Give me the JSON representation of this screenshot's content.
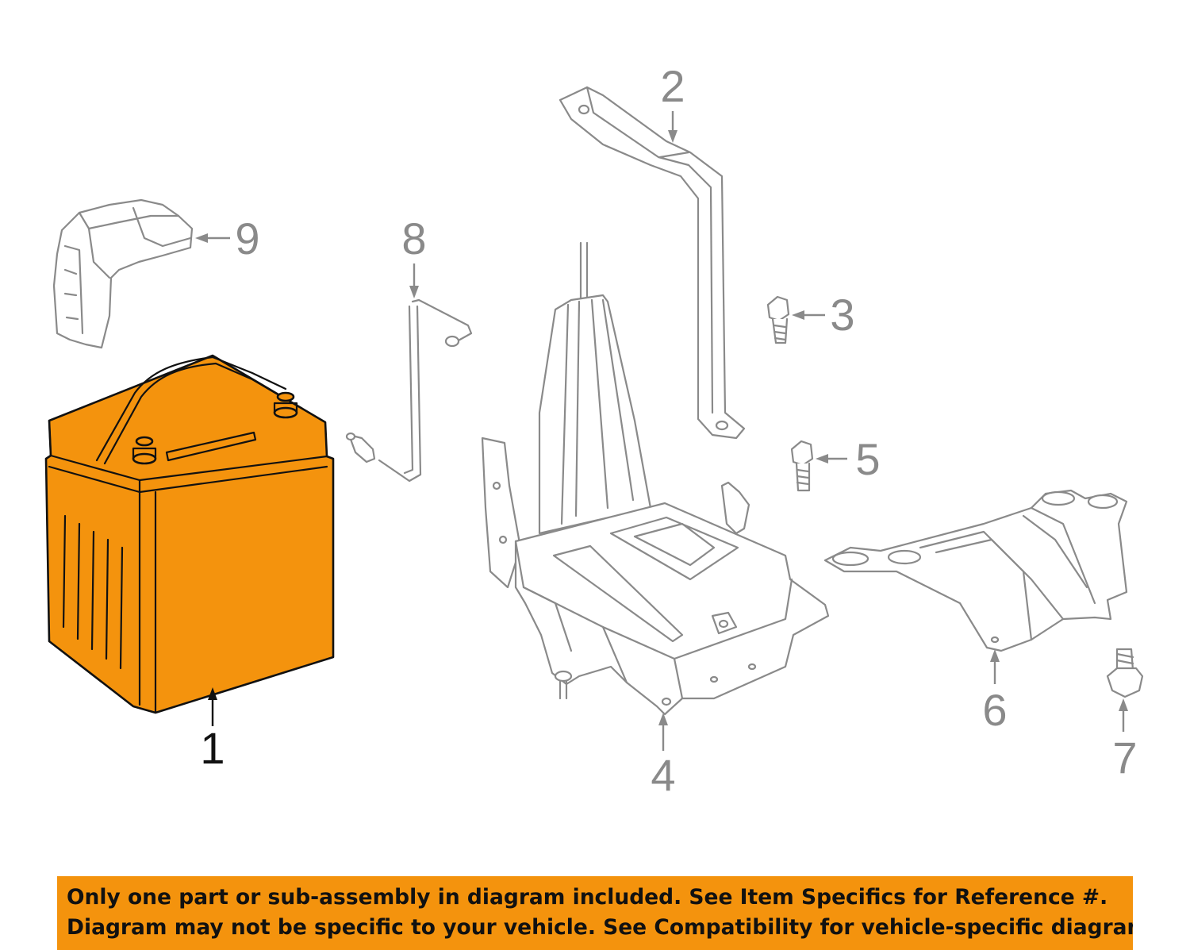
{
  "diagram": {
    "callouts": [
      {
        "label": "1",
        "active": true
      },
      {
        "label": "2",
        "active": false
      },
      {
        "label": "3",
        "active": false
      },
      {
        "label": "4",
        "active": false
      },
      {
        "label": "5",
        "active": false
      },
      {
        "label": "6",
        "active": false
      },
      {
        "label": "7",
        "active": false
      },
      {
        "label": "8",
        "active": false
      },
      {
        "label": "9",
        "active": false
      }
    ],
    "highlight_color": "#f4930d",
    "line_color": "#8a8a8a"
  },
  "disclaimer": {
    "line1": "Only one part or sub-assembly in diagram included. See Item Specifics for Reference #.",
    "line2": "Diagram may not be specific to your vehicle. See Compatibility for vehicle-specific diagrams.",
    "background_color": "#f4930d"
  }
}
